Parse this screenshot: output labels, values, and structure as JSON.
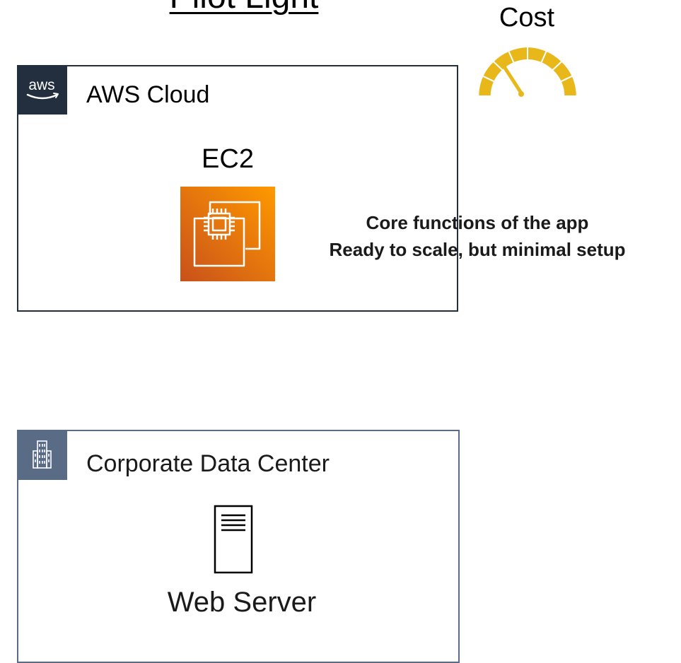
{
  "title": "Pilot Light",
  "cost": {
    "label": "Cost",
    "color": "#e8b81a"
  },
  "aws_group": {
    "title": "AWS Cloud",
    "badge_text": "aws",
    "badge_color": "#232f3e",
    "service": {
      "label": "EC2",
      "icon": "ec2-icon",
      "gradient_from": "#c8511b",
      "gradient_to": "#ff9900"
    }
  },
  "note": {
    "line1": "Core functions of the app",
    "line2": "Ready to scale, but minimal setup"
  },
  "corp_group": {
    "title": "Corporate Data Center",
    "badge_icon": "building-icon",
    "badge_color": "#5a6b86",
    "server": {
      "label": "Web Server",
      "icon": "server-icon"
    }
  }
}
